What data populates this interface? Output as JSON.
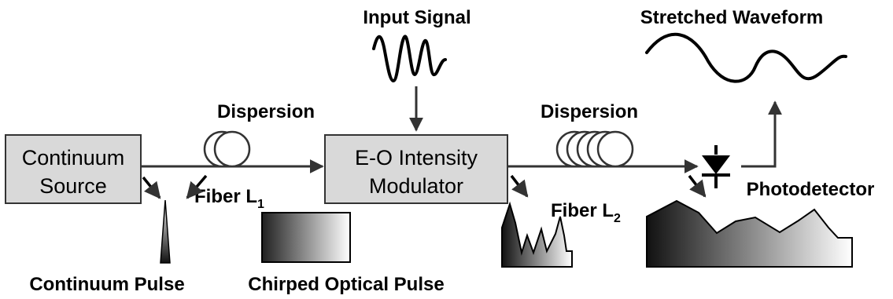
{
  "labels": {
    "input_signal": "Input Signal",
    "stretched_waveform": "Stretched Waveform",
    "dispersion_1": "Dispersion",
    "dispersion_2": "Dispersion",
    "fiber_1_prefix": "Fiber L",
    "fiber_1_sub": "1",
    "fiber_2_prefix": "Fiber L",
    "fiber_2_sub": "2",
    "photodetector": "Photodetector",
    "continuum_pulse": "Continuum Pulse",
    "chirped_optical_pulse": "Chirped Optical Pulse"
  },
  "blocks": {
    "continuum_source": {
      "line1": "Continuum",
      "line2": "Source"
    },
    "modulator": {
      "line1": "E-O Intensity",
      "line2": "Modulator"
    }
  },
  "colors": {
    "block_fill": "#d9d9d9",
    "line": "#333333",
    "text": "#000000"
  }
}
